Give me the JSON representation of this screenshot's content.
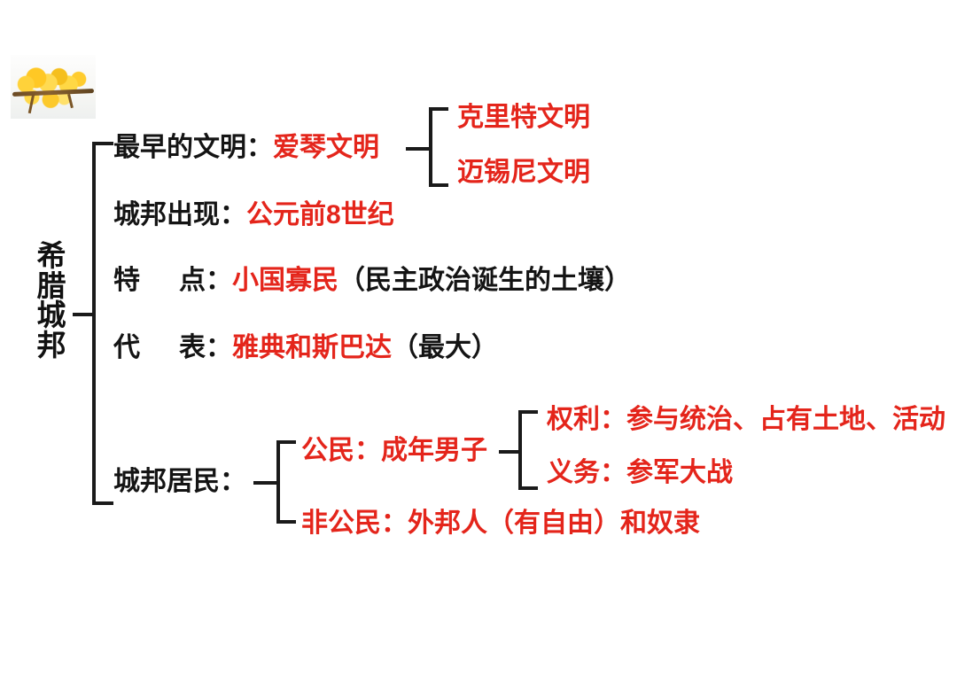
{
  "title": "希腊城邦",
  "colors": {
    "text_black": "#141414",
    "text_red": "#e4251b",
    "bracket_black": "#1a1a1a",
    "background": "#ffffff"
  },
  "decoration": {
    "image_name": "ginkgo-branch-photo",
    "description": "黄色银杏树枝照片"
  },
  "root": {
    "label": "希腊城邦",
    "chars": [
      "希",
      "腊",
      "城",
      "邦"
    ]
  },
  "branches": {
    "earliest_civilization": {
      "label": "最早的文明：",
      "value": "爱琴文明",
      "children": [
        {
          "label": "克里特文明"
        },
        {
          "label": "迈锡尼文明"
        }
      ]
    },
    "polis_appearance": {
      "label": "城邦出现：",
      "value": "公元前8世纪"
    },
    "characteristics": {
      "label_a": "特",
      "label_b": "点：",
      "value": "小国寡民",
      "note": "（民主政治诞生的土壤）"
    },
    "representatives": {
      "label_a": "代",
      "label_b": "表：",
      "value": "雅典和斯巴达",
      "note": "（最大）"
    },
    "residents": {
      "label": "城邦居民：",
      "children": [
        {
          "label": "公民：成年男子",
          "children": [
            {
              "label": "权利：参与统治、占有土地、活动"
            },
            {
              "label": "义务：参军大战"
            }
          ]
        },
        {
          "label": "非公民：外邦人（有自由）和奴隶"
        }
      ]
    }
  }
}
